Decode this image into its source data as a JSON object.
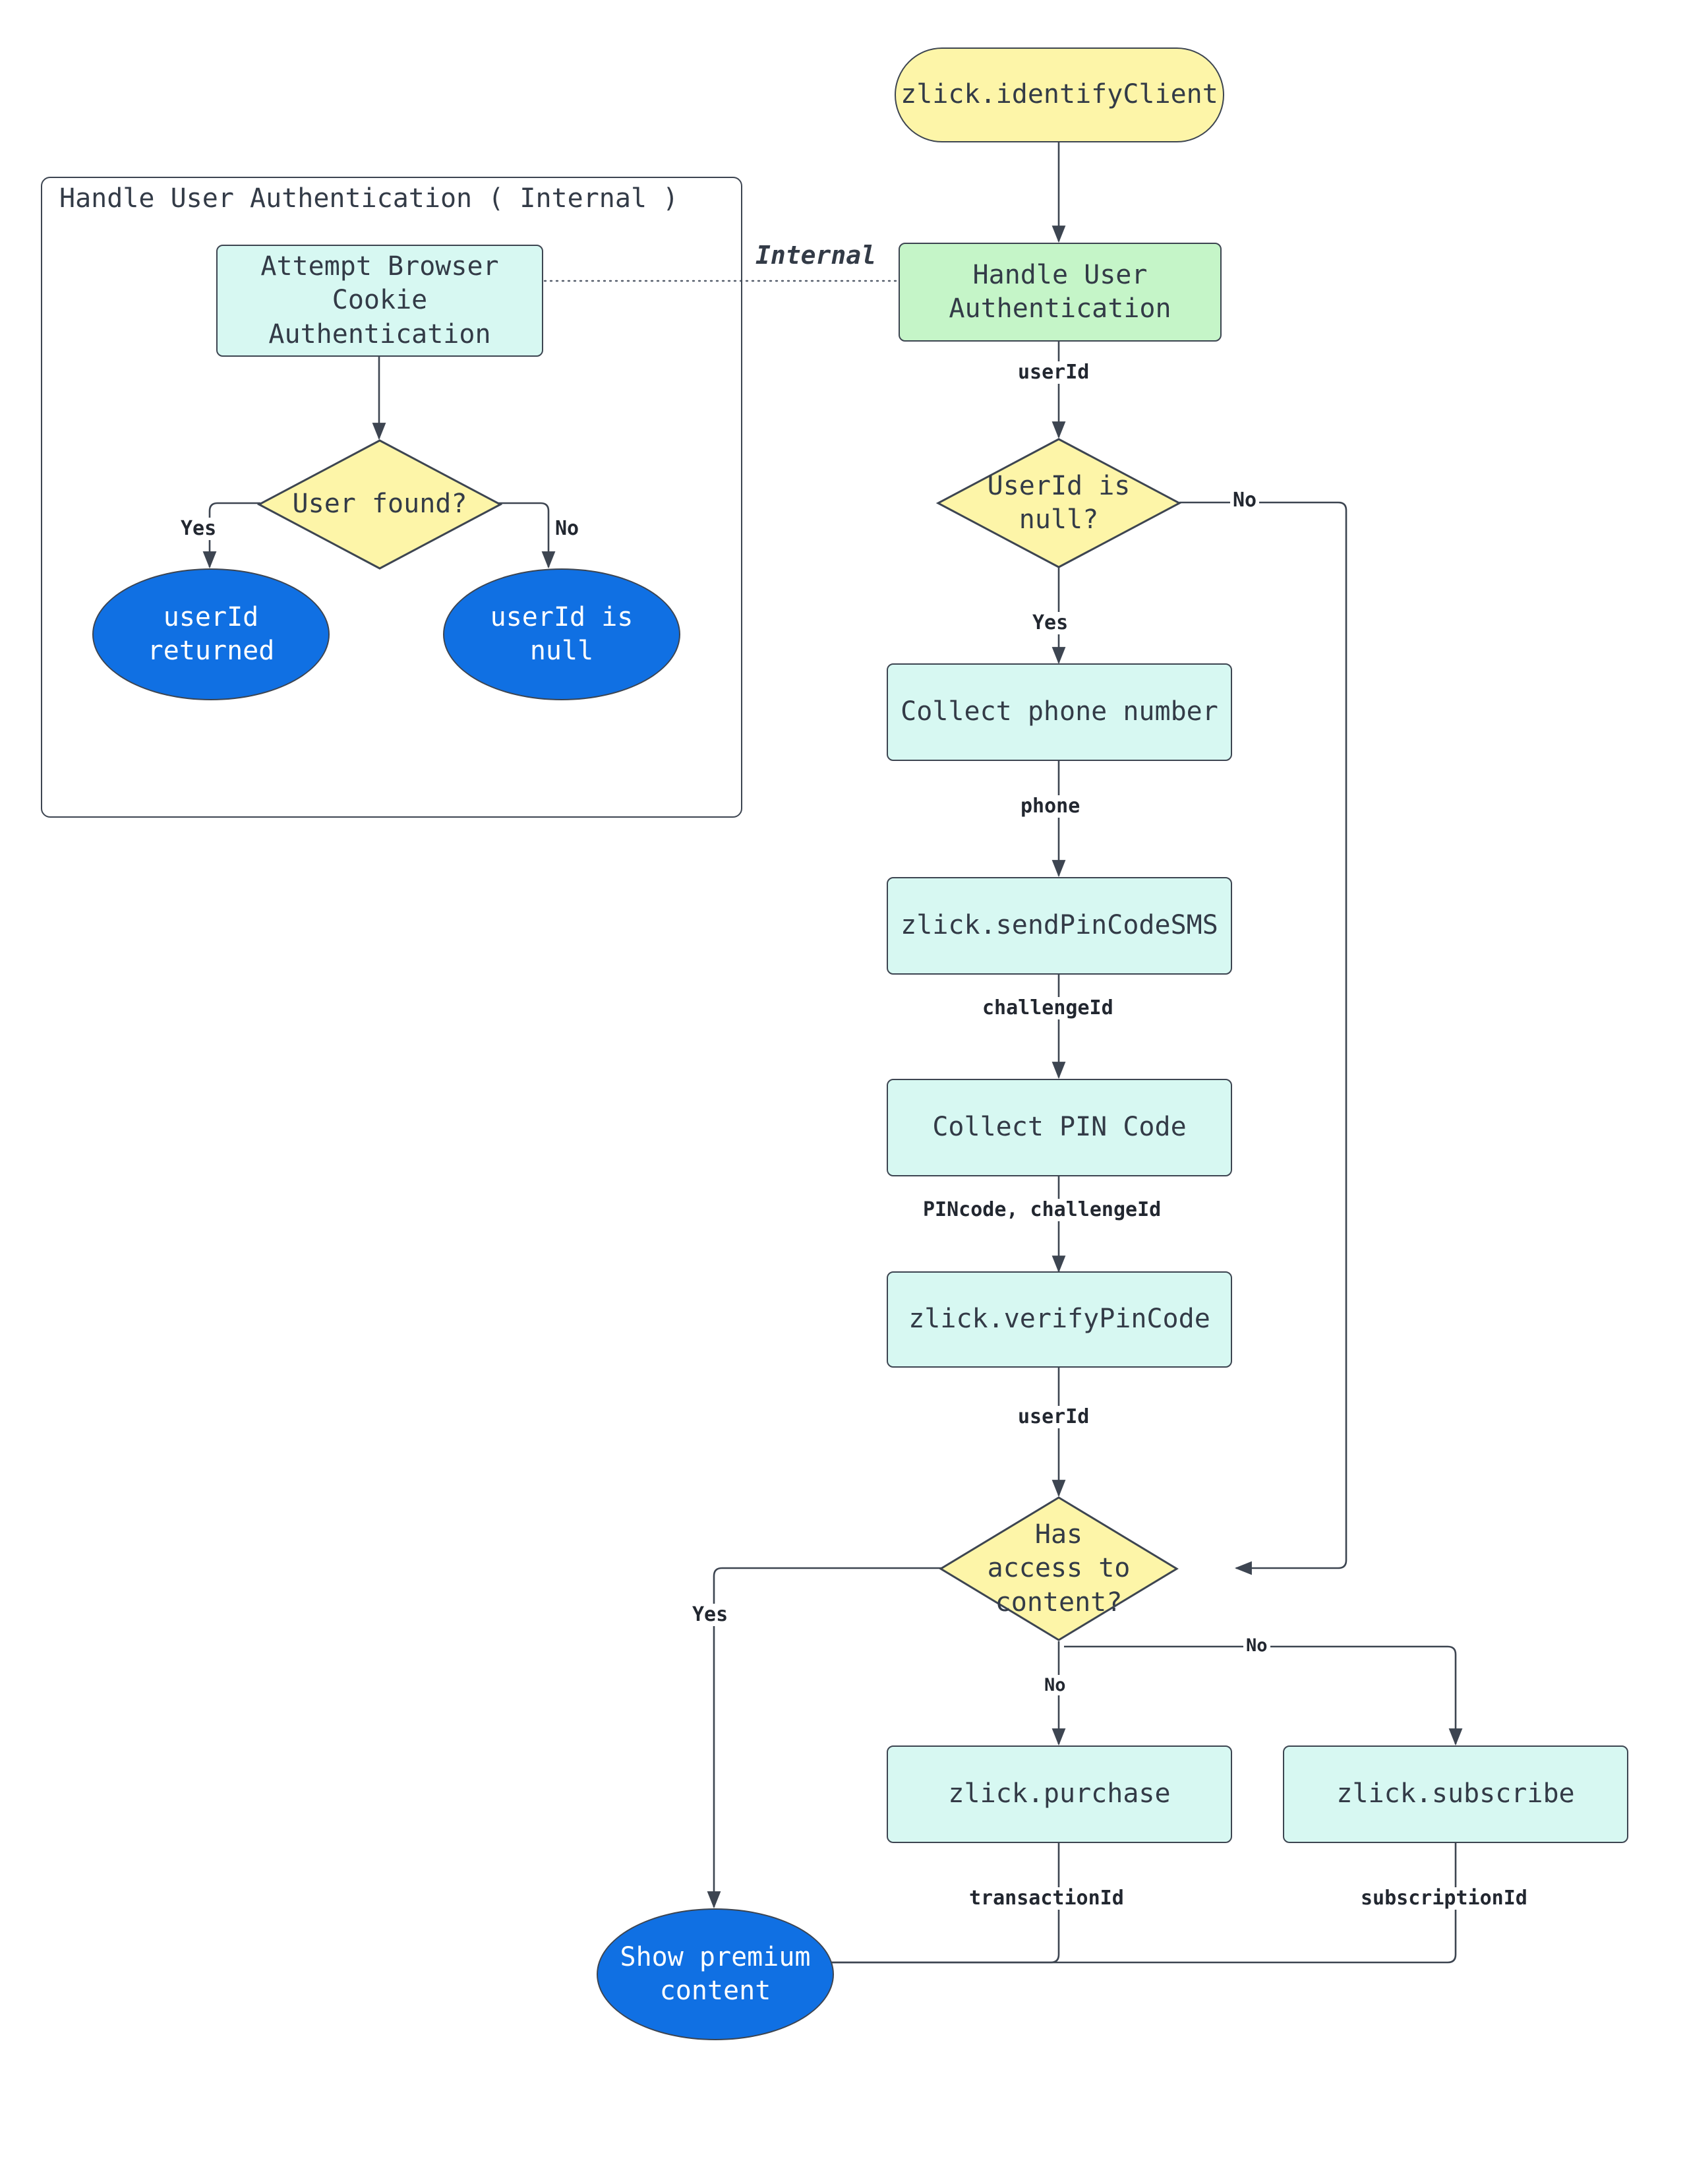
{
  "diagram": {
    "type": "flowchart",
    "title": "zlick client identification and premium content flow",
    "colors": {
      "process_fill": "#d7f8f2",
      "green_fill": "#c5f5c8",
      "decision_fill": "#fdf5a8",
      "start_fill": "#fdf5a8",
      "terminal_fill": "#1070e3",
      "terminal_text": "#ffffff",
      "stroke": "#3d4551",
      "text": "#333b47"
    },
    "subgraph": {
      "title": "Handle User Authentication ( Internal )",
      "boundary_label": "Internal"
    },
    "nodes": {
      "identify_client": "zlick.identifyClient",
      "attempt_cookie_auth": "Attempt Browser\nCookie\nAuthentication",
      "user_found": "User found?",
      "userid_returned": "userId\nreturned",
      "userid_is_null": "userId is\nnull",
      "handle_user_auth": "Handle User\nAuthentication",
      "userid_is_null_decision": "UserId is\nnull?",
      "collect_phone": "Collect phone number",
      "send_pin_sms": "zlick.sendPinCodeSMS",
      "collect_pin": "Collect PIN Code",
      "verify_pin": "zlick.verifyPinCode",
      "has_access": "Has\naccess to\ncontent?",
      "purchase": "zlick.purchase",
      "subscribe": "zlick.subscribe",
      "show_premium": "Show premium\ncontent"
    },
    "edge_labels": {
      "user_found_yes": "Yes",
      "user_found_no": "No",
      "auth_userid": "userId",
      "null_no": "No",
      "null_yes": "Yes",
      "phone": "phone",
      "challenge_id": "challengeId",
      "pincode_challenge": "PINcode, challengeId",
      "verify_userid": "userId",
      "access_yes": "Yes",
      "access_no_right": "No",
      "access_no_down": "No",
      "transaction_id": "transactionId",
      "subscription_id": "subscriptionId"
    }
  }
}
